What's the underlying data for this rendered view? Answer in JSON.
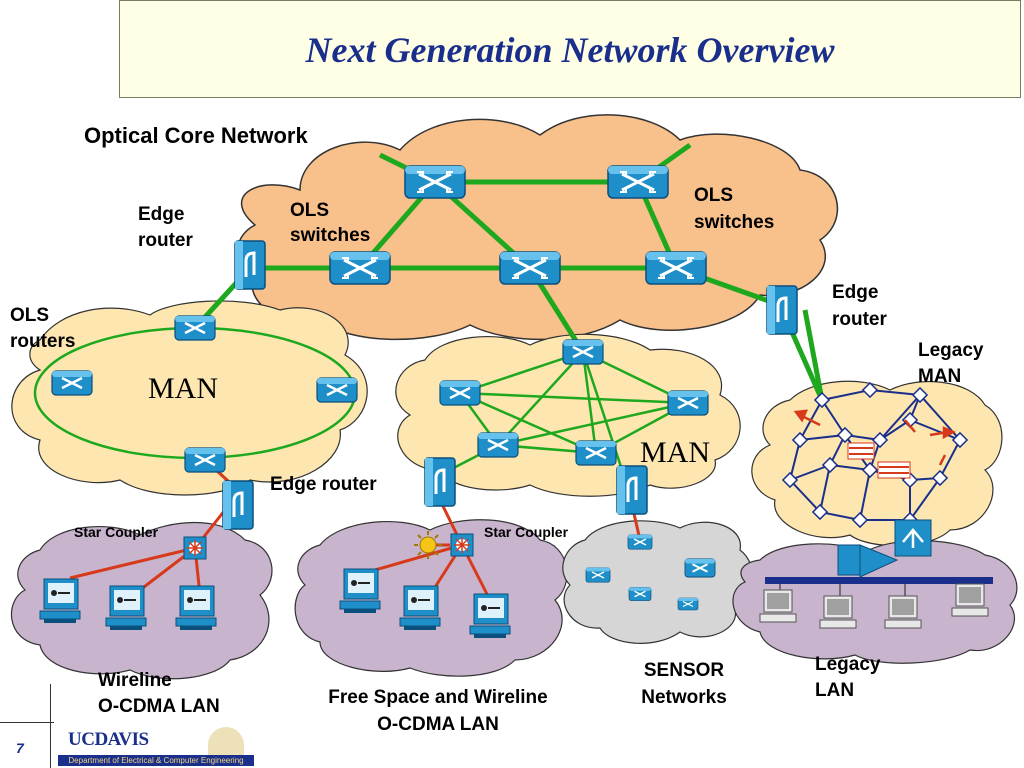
{
  "title": "Next Generation Network Overview",
  "labels": {
    "optical_core": "Optical Core Network",
    "ols_switches_left": [
      "OLS",
      "switches"
    ],
    "ols_switches_right": [
      "OLS",
      "switches"
    ],
    "edge_router_left": [
      "Edge",
      "router"
    ],
    "edge_router_right": [
      "Edge",
      "router"
    ],
    "ols_routers": [
      "OLS",
      "routers"
    ],
    "man_left": "MAN",
    "man_center": "MAN",
    "edge_router_bottom": "Edge router",
    "star_coupler_left": "Star Coupler",
    "star_coupler_center": "Star Coupler",
    "legacy_man": [
      "Legacy",
      "MAN"
    ],
    "legacy_lan": [
      "Legacy",
      "LAN"
    ],
    "wireline": [
      "Wireline",
      "O-CDMA LAN"
    ],
    "free_space": [
      "Free Space and Wireline",
      "O-CDMA LAN"
    ],
    "sensor": [
      "SENSOR",
      "Networks"
    ]
  },
  "footer": {
    "page_number": "7",
    "logo_text": "UCDAVIS",
    "department": "Department of Electrical & Computer Engineering"
  },
  "colors": {
    "title": "#1a2f8c",
    "core_cloud": "#f8c08a",
    "man_cloud": "#fde6b0",
    "lan_cloud": "#c8b4cc",
    "sensor_cloud": "#d6d6d6",
    "link_green": "#1ea81e",
    "link_red": "#d63a1a",
    "device_blue": "#1f8fc9"
  }
}
